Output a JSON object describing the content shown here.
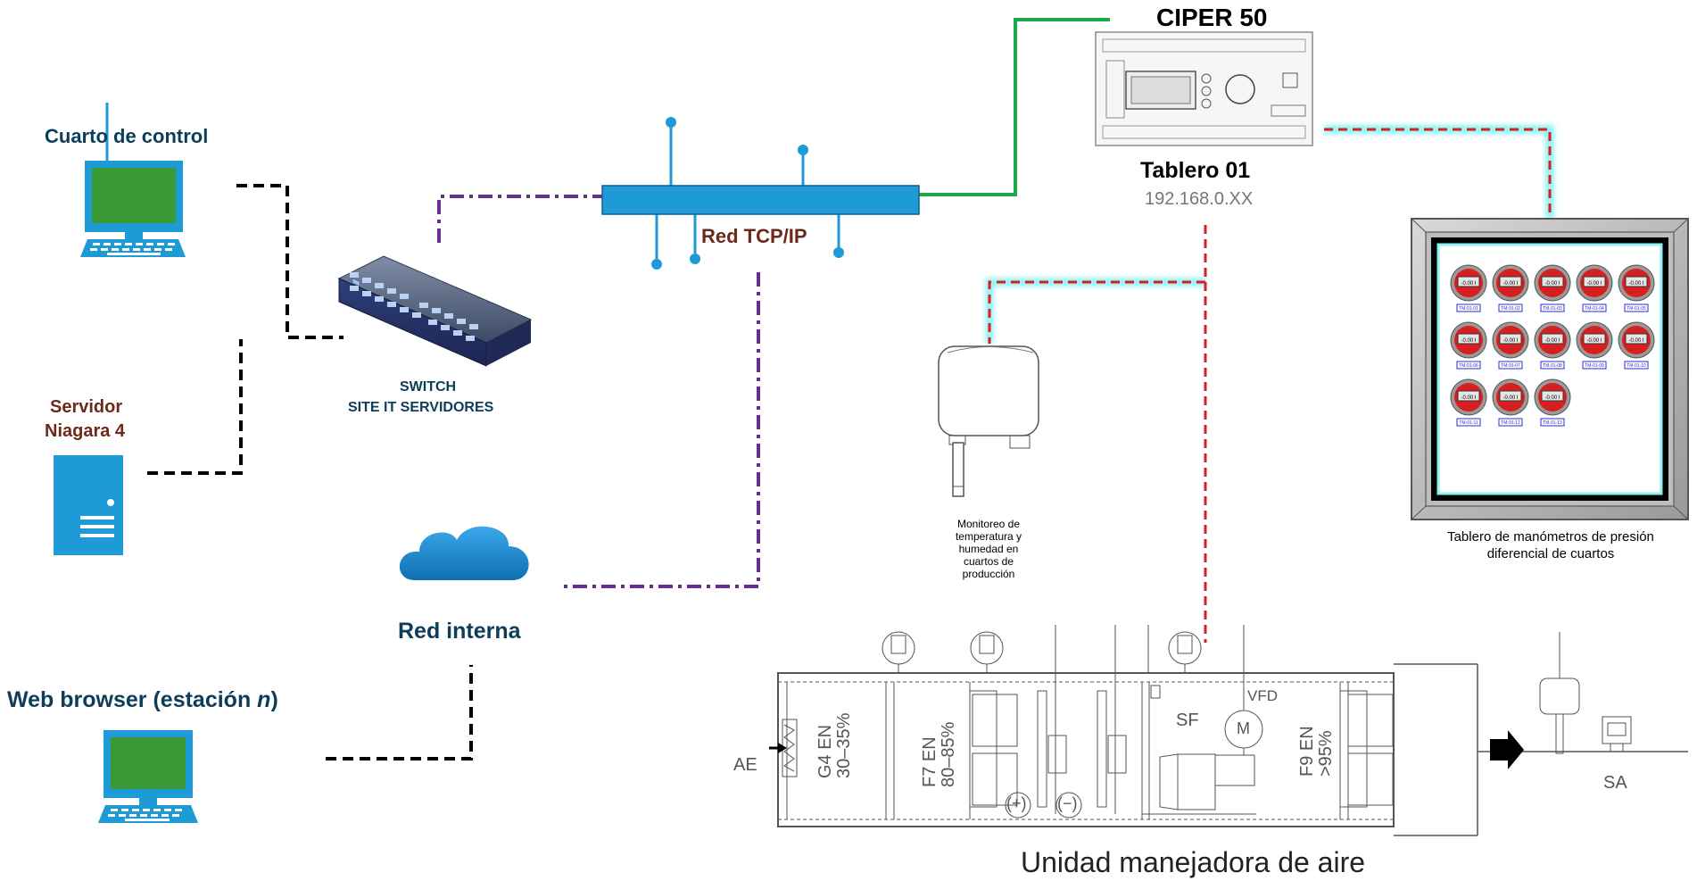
{
  "labels": {
    "control_room": "Cuarto de control",
    "server_line1": "Servidor",
    "server_line2": "Niagara 4",
    "web_browser_prefix": "Web browser (estación ",
    "web_browser_n": "n",
    "web_browser_suffix": ")",
    "switch_line1": "SWITCH",
    "switch_line2": "SITE IT SERVIDORES",
    "internal_network": "Red interna",
    "tcp_network": "Red TCP/IP",
    "controller_model": "CIPER 50",
    "panel_name": "Tablero 01",
    "panel_ip": "192.168.0.XX",
    "sensor_caption": [
      "Monitoreo de",
      "temperatura y",
      "humedad en",
      "cuartos de",
      "producción"
    ],
    "gauge_panel_caption_1": "Tablero de manómetros de presión",
    "gauge_panel_caption_2": "diferencial de cuartos",
    "ahu_title": "Unidad manejadora de aire"
  },
  "ahu": {
    "inlet": "AE",
    "outlet": "SA",
    "vfd": "VFD",
    "fan": "SF",
    "motor": "M",
    "filter_g4_1": "G4 EN",
    "filter_g4_2": "30–35%",
    "filter_f7_1": "F7 EN",
    "filter_f7_2": "80–85%",
    "filter_f9_1": "F9 EN",
    "filter_f9_2": ">95%",
    "coil_plus": "(+)",
    "coil_minus": "(−)"
  },
  "gauges": {
    "display_value": "-0.00 I",
    "tags": [
      "TM-01-01",
      "TM-01-02",
      "TM-01-03",
      "TM-01-04",
      "TM-01-05",
      "TM-01-06",
      "TM-01-07",
      "TM-01-08",
      "TM-01-09",
      "TM-01-10",
      "TM-01-11",
      "TM-01-12",
      "TM-01-13"
    ]
  },
  "colors": {
    "navy_text": "#0d3d58",
    "brown_text": "#6b2a1a",
    "computer_blue": "#1e9ad6",
    "screen_green": "#3a9a35",
    "network_bus": "#1e9ad6",
    "ethernet_green": "#1aa84b",
    "purple_link": "#6a2c91",
    "red_signal": "#d62020",
    "cyan_glow": "#8ef1f5"
  }
}
